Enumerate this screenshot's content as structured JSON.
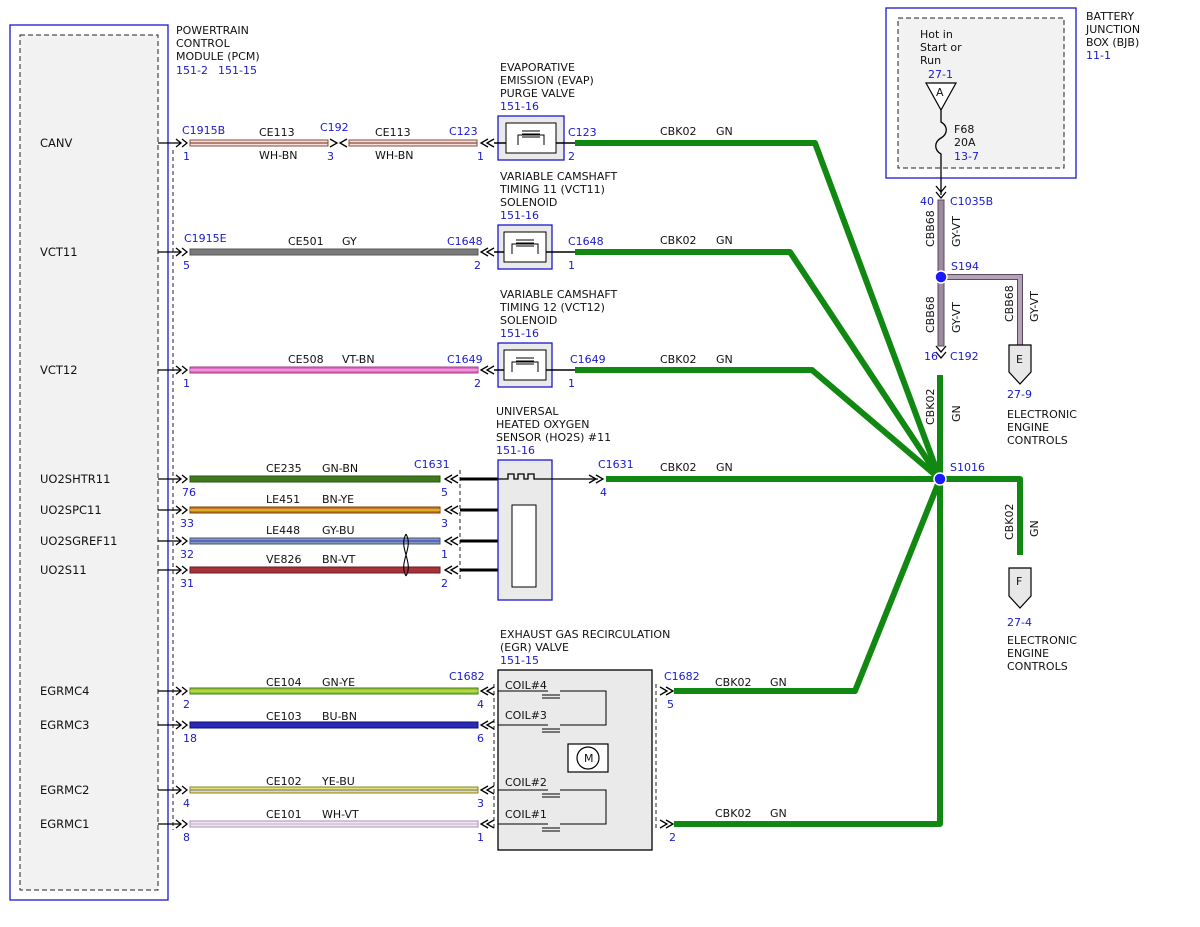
{
  "pcm": {
    "title_lines": [
      "POWERTRAIN",
      "CONTROL",
      "MODULE (PCM)"
    ],
    "ref1": "151-2",
    "ref2": "151-15",
    "signals": [
      "CANV",
      "VCT11",
      "VCT12",
      "UO2SHTR11",
      "UO2SPC11",
      "UO2SGREF11",
      "UO2S11",
      "EGRMC4",
      "EGRMC3",
      "EGRMC2",
      "EGRMC1"
    ],
    "pins": [
      "1",
      "5",
      "1",
      "76",
      "33",
      "32",
      "31",
      "2",
      "18",
      "4",
      "8"
    ]
  },
  "connectors": {
    "c1915b": "C1915B",
    "c1915e": "C1915E",
    "c192_top": "C192",
    "c123_in": "C123",
    "c123_out": "C123",
    "c1648_in": "C1648",
    "c1648_out": "C1648",
    "c1649_in": "C1649",
    "c1649_out": "C1649",
    "c1631_in": "C1631",
    "c1631_out": "C1631",
    "c1682_in": "C1682",
    "c1682_out": "C1682",
    "c1035b": "C1035B",
    "c192_right": "C192"
  },
  "wires": {
    "canv_a": {
      "circuit": "CE113",
      "color": "WH-BN",
      "pin_a": "3"
    },
    "canv_b": {
      "circuit": "CE113",
      "color": "WH-BN",
      "pin_b": "1"
    },
    "vct11": {
      "circuit": "CE501",
      "color": "GY",
      "pin": "2"
    },
    "vct12": {
      "circuit": "CE508",
      "color": "VT-BN",
      "pin": "2"
    },
    "ho2s_htr": {
      "circuit": "CE235",
      "color": "GN-BN",
      "pin": "5"
    },
    "ho2s_pc": {
      "circuit": "LE451",
      "color": "BN-YE",
      "pin": "3"
    },
    "ho2s_gref": {
      "circuit": "LE448",
      "color": "GY-BU",
      "pin": "1"
    },
    "ho2s_s": {
      "circuit": "VE826",
      "color": "BN-VT",
      "pin": "2"
    },
    "egr4": {
      "circuit": "CE104",
      "color": "GN-YE",
      "pin": "4"
    },
    "egr3": {
      "circuit": "CE103",
      "color": "BU-BN",
      "pin": "6"
    },
    "egr2": {
      "circuit": "CE102",
      "color": "YE-BU",
      "pin": "3"
    },
    "egr1": {
      "circuit": "CE101",
      "color": "WH-VT",
      "pin": "1"
    }
  },
  "ground_wires": {
    "evap": {
      "circuit": "CBK02",
      "color": "GN",
      "pin": "2"
    },
    "vct11": {
      "circuit": "CBK02",
      "color": "GN",
      "pin": "1"
    },
    "vct12": {
      "circuit": "CBK02",
      "color": "GN",
      "pin": "1"
    },
    "ho2s": {
      "circuit": "CBK02",
      "color": "GN",
      "pin": "4"
    },
    "egr_top": {
      "circuit": "CBK02",
      "color": "GN",
      "pin": "5"
    },
    "egr_bottom": {
      "circuit": "CBK02",
      "color": "GN",
      "pin": "2"
    },
    "vertical": {
      "circuit": "CBK02",
      "color": "GN"
    },
    "to_f": {
      "circuit": "CBK02",
      "color": "GN"
    }
  },
  "components": {
    "evap": {
      "lines": [
        "EVAPORATIVE",
        "EMISSION (EVAP)",
        "PURGE VALVE"
      ],
      "ref": "151-16"
    },
    "vct11": {
      "lines": [
        "VARIABLE CAMSHAFT",
        "TIMING 11 (VCT11)",
        "SOLENOID"
      ],
      "ref": "151-16"
    },
    "vct12": {
      "lines": [
        "VARIABLE CAMSHAFT",
        "TIMING 12 (VCT12)",
        "SOLENOID"
      ],
      "ref": "151-16"
    },
    "ho2s": {
      "lines": [
        "UNIVERSAL",
        "HEATED OXYGEN",
        "SENSOR (HO2S) #11"
      ],
      "ref": "151-16"
    },
    "egr": {
      "lines": [
        "EXHAUST GAS RECIRCULATION",
        "(EGR) VALVE"
      ],
      "ref": "151-15",
      "coils": [
        "COIL#4",
        "COIL#3",
        "COIL#2",
        "COIL#1"
      ],
      "motor": "M"
    }
  },
  "bjb": {
    "title_lines": [
      "BATTERY",
      "JUNCTION",
      "BOX (BJB)"
    ],
    "ref": "11-1",
    "hot_lines": [
      "Hot in",
      "Start or",
      "Run"
    ],
    "hot_ref": "27-1",
    "connector_letter": "A",
    "fuse": "F68",
    "fuse_rating": "20A",
    "fuse_ref": "13-7"
  },
  "power": {
    "pin_top": "40",
    "pin_bottom": "16",
    "upper_circuit": "CBB68",
    "upper_color": "GY-VT",
    "lower_circuit": "CBB68",
    "lower_color": "GY-VT",
    "branch_circuit": "CBB68",
    "branch_color": "GY-VT",
    "splice": "S194"
  },
  "ground": {
    "splice": "S1016"
  },
  "offpage": {
    "e": {
      "letter": "E",
      "ref": "27-9",
      "lines": [
        "ELECTRONIC",
        "ENGINE",
        "CONTROLS"
      ]
    },
    "f": {
      "letter": "F",
      "ref": "27-4",
      "lines": [
        "ELECTRONIC",
        "ENGINE",
        "CONTROLS"
      ]
    }
  },
  "colors": {
    "ground_wire": "#118811",
    "power_wire": "#9c8aa0",
    "connector_blue": "#1a1acc",
    "module_fill": "#f2f2f2"
  }
}
